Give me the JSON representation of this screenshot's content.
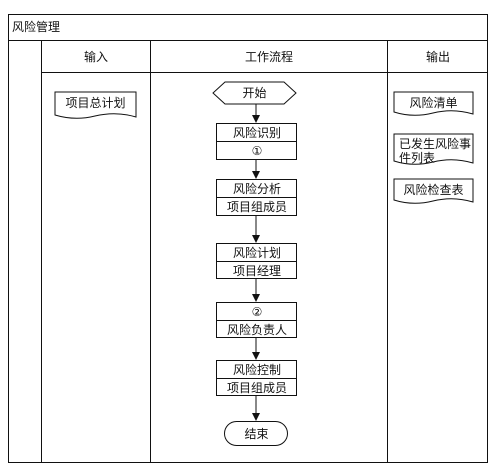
{
  "diagram": {
    "title": "风险管理",
    "columns": {
      "input": "输入",
      "process": "工作流程",
      "output": "输出"
    },
    "inputs": [
      "项目总计划"
    ],
    "flow": {
      "start": "开始",
      "end": "结束",
      "steps": [
        {
          "top": "风险识别",
          "bottom": "①"
        },
        {
          "top": "风险分析",
          "bottom": "项目组成员"
        },
        {
          "top": "风险计划",
          "bottom": "项目经理"
        },
        {
          "top": "②",
          "bottom": "风险负责人"
        },
        {
          "top": "风险控制",
          "bottom": "项目组成员"
        }
      ]
    },
    "outputs": [
      "风险清单",
      "已发生风险事件列表",
      "风险检查表"
    ]
  }
}
